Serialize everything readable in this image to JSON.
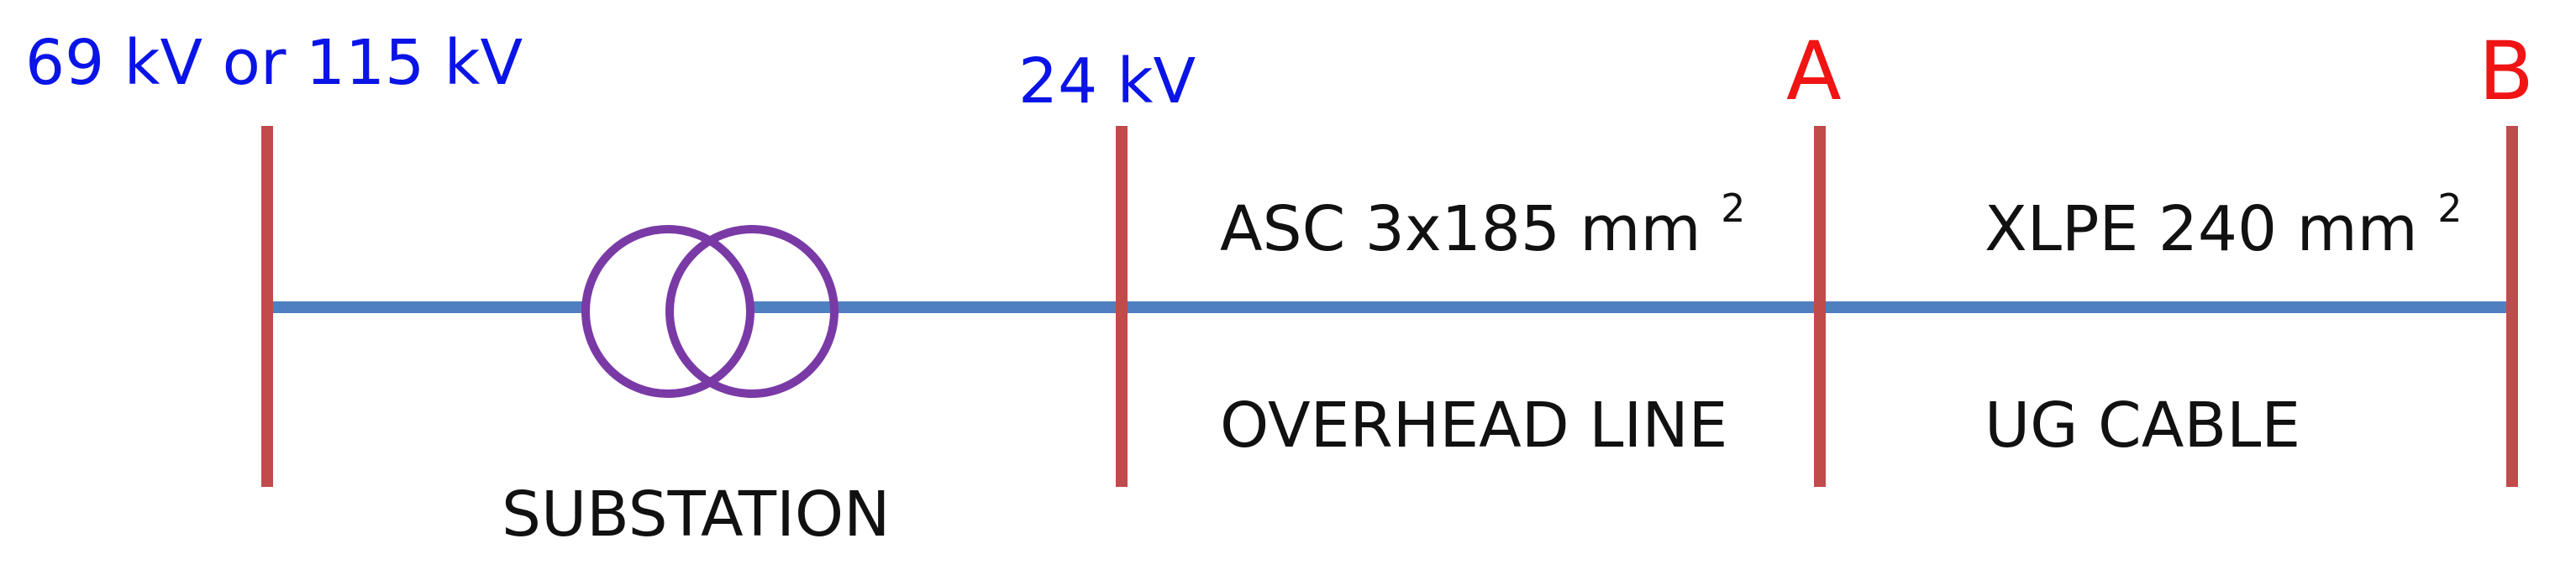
{
  "colors": {
    "voltage_text": "#0a14e6",
    "point_text": "#f01414",
    "bus_bar": "#c04b4b",
    "line": "#4f7fc0",
    "transformer": "#7a3aa6",
    "caption_text": "#111111"
  },
  "voltages": {
    "high": "69 kV or 115 kV",
    "medium": "24 kV"
  },
  "points": {
    "a": "A",
    "b": "B"
  },
  "segments": {
    "substation": {
      "label": "SUBSTATION",
      "icon": "transformer-icon"
    },
    "overhead": {
      "conductor": "ASC 3x185 mm",
      "conductor_exponent": "2",
      "type": "OVERHEAD LINE"
    },
    "cable": {
      "conductor": "XLPE 240 mm",
      "conductor_exponent": "2",
      "type": "UG CABLE"
    }
  }
}
